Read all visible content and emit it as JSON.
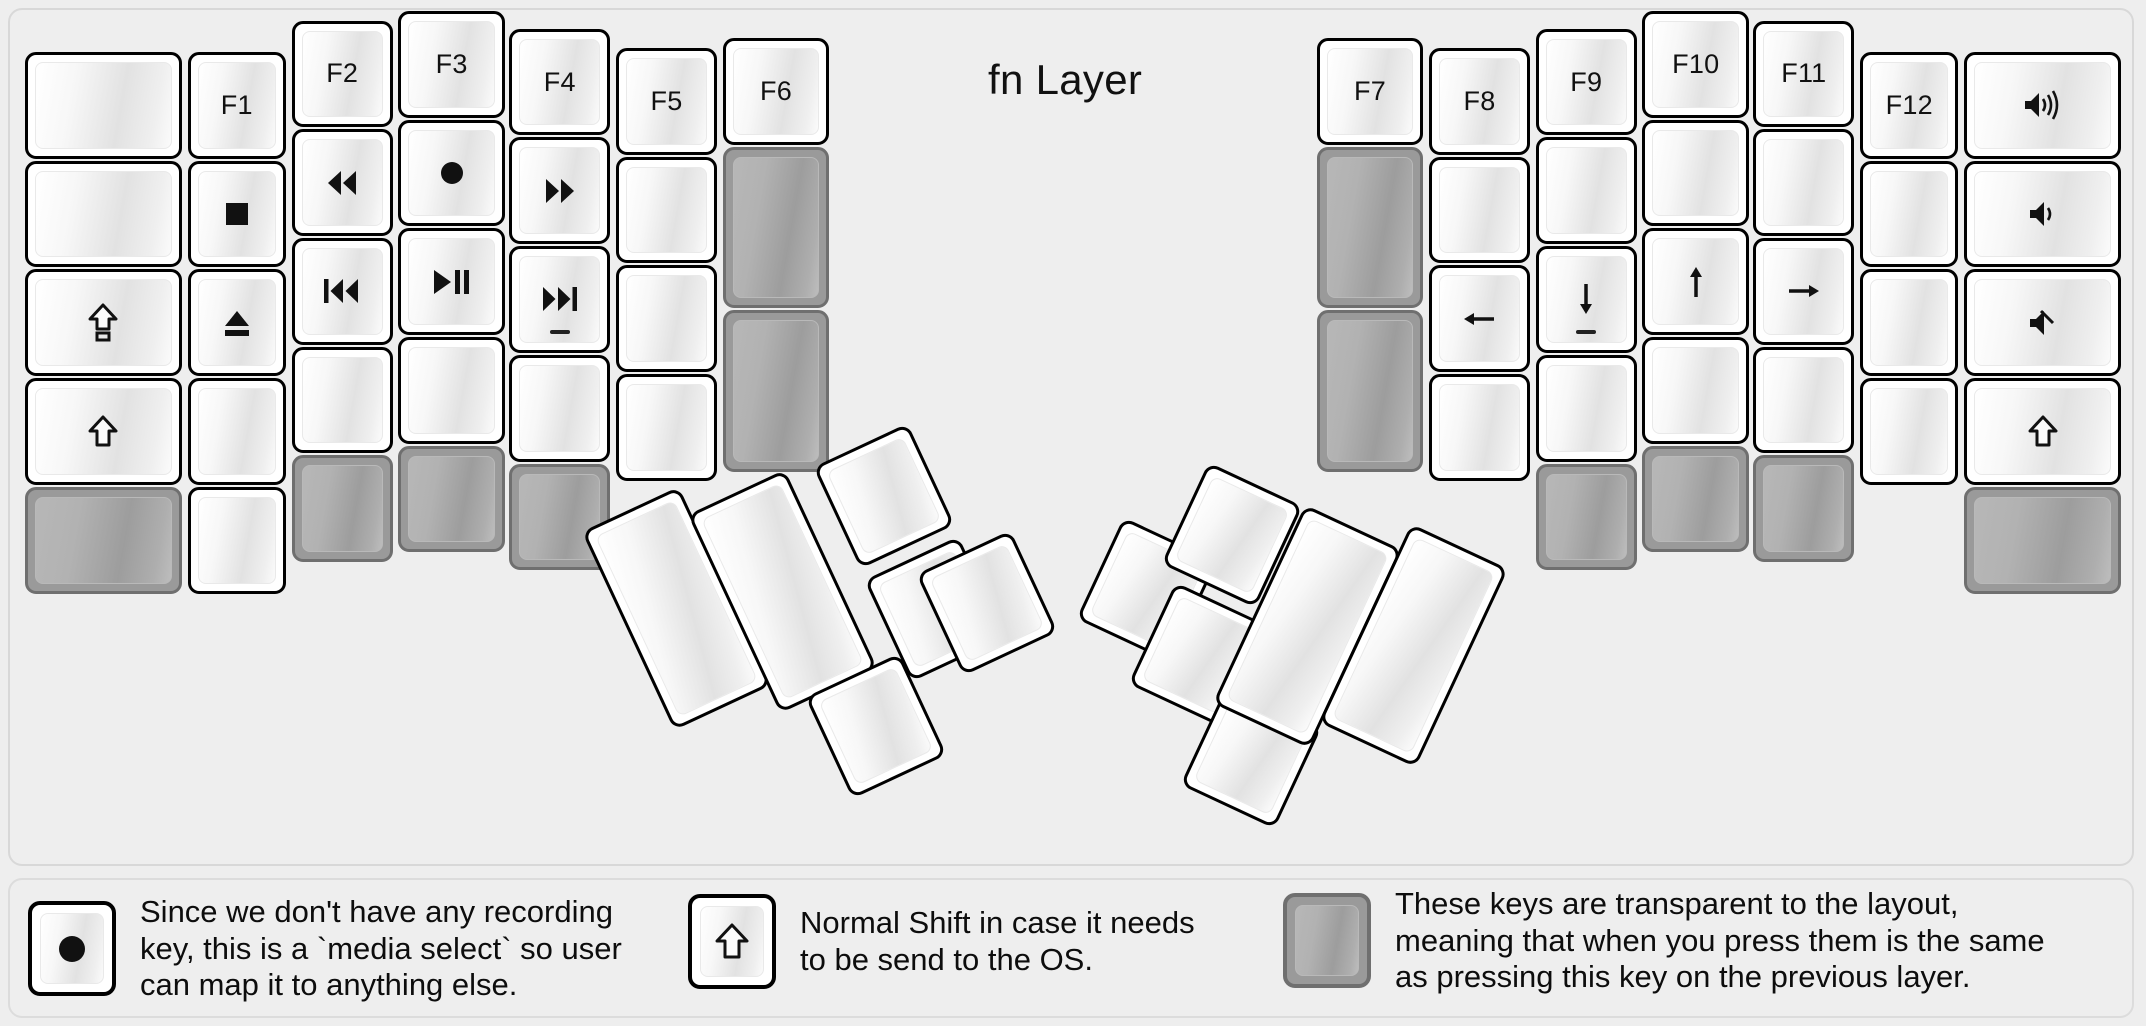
{
  "title": "fn Layer",
  "colors": {
    "background": "#eeeeee",
    "key_face": "#ffffff",
    "key_border": "#000000",
    "transparent_key": "#9a9a9a",
    "transparent_key_border": "#6f6f6f",
    "text": "#111111"
  },
  "left_half": {
    "name": "left-keyboard-half",
    "columns": [
      {
        "name": "col-pinky-outer",
        "keys": [
          {
            "label": "",
            "icon": "",
            "type": "normal"
          },
          {
            "label": "",
            "icon": "",
            "type": "normal"
          },
          {
            "label": "",
            "icon": "caps-lock-icon",
            "type": "normal"
          },
          {
            "label": "",
            "icon": "shift-icon",
            "type": "normal"
          },
          {
            "label": "",
            "icon": "",
            "type": "transparent"
          }
        ]
      },
      {
        "name": "col-pinky",
        "keys": [
          {
            "label": "F1",
            "icon": "",
            "type": "normal"
          },
          {
            "label": "",
            "icon": "media-stop-icon",
            "type": "normal"
          },
          {
            "label": "",
            "icon": "media-eject-icon",
            "type": "normal"
          },
          {
            "label": "",
            "icon": "",
            "type": "normal"
          },
          {
            "label": "",
            "icon": "",
            "type": "normal"
          }
        ]
      },
      {
        "name": "col-ring",
        "keys": [
          {
            "label": "F2",
            "icon": "",
            "type": "normal"
          },
          {
            "label": "",
            "icon": "media-rewind-icon",
            "type": "normal"
          },
          {
            "label": "",
            "icon": "media-previous-icon",
            "type": "normal"
          },
          {
            "label": "",
            "icon": "",
            "type": "normal"
          },
          {
            "label": "",
            "icon": "",
            "type": "transparent"
          }
        ]
      },
      {
        "name": "col-middle",
        "keys": [
          {
            "label": "F3",
            "icon": "",
            "type": "normal"
          },
          {
            "label": "",
            "icon": "media-record-icon",
            "type": "normal"
          },
          {
            "label": "",
            "icon": "media-play-pause-icon",
            "type": "normal"
          },
          {
            "label": "",
            "icon": "",
            "type": "normal"
          },
          {
            "label": "",
            "icon": "",
            "type": "transparent"
          }
        ]
      },
      {
        "name": "col-index",
        "keys": [
          {
            "label": "F4",
            "icon": "",
            "type": "normal"
          },
          {
            "label": "",
            "icon": "media-fast-forward-icon",
            "type": "normal"
          },
          {
            "label": "",
            "icon": "media-next-icon",
            "type": "normal",
            "homing_bump": true
          },
          {
            "label": "",
            "icon": "",
            "type": "normal"
          },
          {
            "label": "",
            "icon": "",
            "type": "transparent"
          }
        ]
      },
      {
        "name": "col-index-inner",
        "keys": [
          {
            "label": "F5",
            "icon": "",
            "type": "normal"
          },
          {
            "label": "",
            "icon": "",
            "type": "normal"
          },
          {
            "label": "",
            "icon": "",
            "type": "normal"
          },
          {
            "label": "",
            "icon": "",
            "type": "normal"
          }
        ]
      },
      {
        "name": "col-inner",
        "keys": [
          {
            "label": "F6",
            "icon": "",
            "type": "normal"
          },
          {
            "label": "",
            "icon": "",
            "type": "transparent",
            "tall": true
          },
          {
            "label": "",
            "icon": "",
            "type": "transparent",
            "tall": true
          }
        ]
      }
    ],
    "thumb_cluster": {
      "name": "left-thumb-cluster",
      "keys": [
        {
          "label": "",
          "icon": "",
          "type": "normal",
          "size": "2u"
        },
        {
          "label": "",
          "icon": "",
          "type": "normal",
          "size": "2u"
        },
        {
          "label": "",
          "icon": "",
          "type": "normal",
          "size": "1u"
        },
        {
          "label": "",
          "icon": "",
          "type": "normal",
          "size": "1u"
        },
        {
          "label": "",
          "icon": "",
          "type": "normal",
          "size": "1u"
        },
        {
          "label": "",
          "icon": "",
          "type": "normal",
          "size": "1u"
        }
      ]
    }
  },
  "right_half": {
    "name": "right-keyboard-half",
    "columns": [
      {
        "name": "col-inner",
        "keys": [
          {
            "label": "F7",
            "icon": "",
            "type": "normal"
          },
          {
            "label": "",
            "icon": "",
            "type": "transparent",
            "tall": true
          },
          {
            "label": "",
            "icon": "",
            "type": "transparent",
            "tall": true
          }
        ]
      },
      {
        "name": "col-index-inner",
        "keys": [
          {
            "label": "F8",
            "icon": "",
            "type": "normal"
          },
          {
            "label": "",
            "icon": "",
            "type": "normal"
          },
          {
            "label": "",
            "icon": "arrow-left-icon",
            "type": "normal"
          },
          {
            "label": "",
            "icon": "",
            "type": "normal"
          }
        ]
      },
      {
        "name": "col-index",
        "keys": [
          {
            "label": "F9",
            "icon": "",
            "type": "normal"
          },
          {
            "label": "",
            "icon": "",
            "type": "normal"
          },
          {
            "label": "",
            "icon": "arrow-down-icon",
            "type": "normal",
            "homing_bump": true
          },
          {
            "label": "",
            "icon": "",
            "type": "normal"
          },
          {
            "label": "",
            "icon": "",
            "type": "transparent"
          }
        ]
      },
      {
        "name": "col-middle",
        "keys": [
          {
            "label": "F10",
            "icon": "",
            "type": "normal"
          },
          {
            "label": "",
            "icon": "",
            "type": "normal"
          },
          {
            "label": "",
            "icon": "arrow-up-icon",
            "type": "normal"
          },
          {
            "label": "",
            "icon": "",
            "type": "normal"
          },
          {
            "label": "",
            "icon": "",
            "type": "transparent"
          }
        ]
      },
      {
        "name": "col-ring",
        "keys": [
          {
            "label": "F11",
            "icon": "",
            "type": "normal"
          },
          {
            "label": "",
            "icon": "",
            "type": "normal"
          },
          {
            "label": "",
            "icon": "arrow-right-icon",
            "type": "normal"
          },
          {
            "label": "",
            "icon": "",
            "type": "normal"
          },
          {
            "label": "",
            "icon": "",
            "type": "transparent"
          }
        ]
      },
      {
        "name": "col-pinky",
        "keys": [
          {
            "label": "F12",
            "icon": "",
            "type": "normal"
          },
          {
            "label": "",
            "icon": "",
            "type": "normal"
          },
          {
            "label": "",
            "icon": "",
            "type": "normal"
          },
          {
            "label": "",
            "icon": "",
            "type": "normal"
          }
        ]
      },
      {
        "name": "col-pinky-outer",
        "keys": [
          {
            "label": "",
            "icon": "volume-up-icon",
            "type": "normal"
          },
          {
            "label": "",
            "icon": "volume-down-icon",
            "type": "normal"
          },
          {
            "label": "",
            "icon": "volume-mute-icon",
            "type": "normal"
          },
          {
            "label": "",
            "icon": "shift-icon",
            "type": "normal"
          },
          {
            "label": "",
            "icon": "",
            "type": "transparent"
          }
        ]
      }
    ],
    "thumb_cluster": {
      "name": "right-thumb-cluster",
      "keys": [
        {
          "label": "",
          "icon": "",
          "type": "normal",
          "size": "1u"
        },
        {
          "label": "",
          "icon": "",
          "type": "normal",
          "size": "1u"
        },
        {
          "label": "",
          "icon": "",
          "type": "normal",
          "size": "1u"
        },
        {
          "label": "",
          "icon": "",
          "type": "normal",
          "size": "1u"
        },
        {
          "label": "",
          "icon": "",
          "type": "normal",
          "size": "2u"
        },
        {
          "label": "",
          "icon": "",
          "type": "normal",
          "size": "2u"
        }
      ]
    }
  },
  "legend": {
    "items": [
      {
        "icon": "media-record-icon",
        "key_type": "normal",
        "text": "Since we don't have any recording\nkey, this is a `media select` so user\ncan map it to anything else."
      },
      {
        "icon": "shift-icon",
        "key_type": "normal",
        "text": "Normal Shift in case it needs\nto be send to the OS."
      },
      {
        "icon": "",
        "key_type": "transparent",
        "text": "These keys are transparent to the layout,\nmeaning that when you press them is the same\nas pressing this key on the previous layer."
      }
    ]
  }
}
